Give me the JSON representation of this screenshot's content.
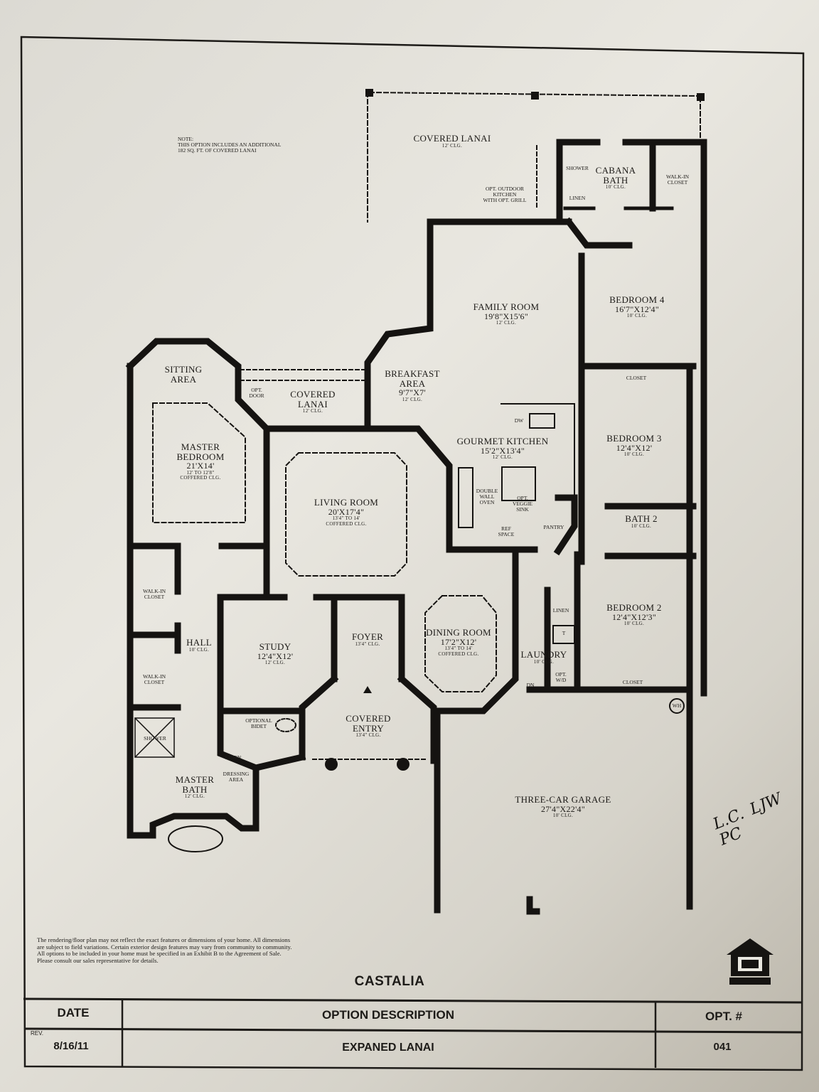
{
  "plan_name": "CASTALIA",
  "note": [
    "NOTE:",
    "THIS OPTION INCLUDES AN ADDITIONAL",
    "182 SQ. FT. OF COVERED LANAI"
  ],
  "rooms": [
    {
      "id": "covered-lanai-rear",
      "name": "COVERED LANAI",
      "clg": "12' CLG."
    },
    {
      "id": "cabana-bath",
      "name": "CABANA",
      "name2": "BATH",
      "clg": "10' CLG."
    },
    {
      "id": "shower-cabana",
      "name": "SHOWER"
    },
    {
      "id": "linen-cabana",
      "name": "LINEN"
    },
    {
      "id": "walk-in-closet-cabana",
      "name": "WALK-IN",
      "name2": "CLOSET"
    },
    {
      "id": "outdoor-kitchen",
      "name": "OPT. OUTDOOR",
      "name2": "KITCHEN",
      "name3": "WITH OPT. GRILL"
    },
    {
      "id": "family-room",
      "name": "FAMILY ROOM",
      "dim": "19'8\"X15'6\"",
      "clg": "12' CLG."
    },
    {
      "id": "bedroom-4",
      "name": "BEDROOM 4",
      "dim": "16'7\"X12'4\"",
      "clg": "10' CLG."
    },
    {
      "id": "sitting-area",
      "name": "SITTING",
      "name2": "AREA"
    },
    {
      "id": "opt-door",
      "name": "OPT.",
      "name2": "DOOR"
    },
    {
      "id": "covered-lanai-side",
      "name": "COVERED",
      "name2": "LANAI",
      "clg": "12' CLG."
    },
    {
      "id": "breakfast-area",
      "name": "BREAKFAST",
      "name2": "AREA",
      "dim": "9'7\"X7'",
      "clg": "12' CLG."
    },
    {
      "id": "master-bedroom",
      "name": "MASTER",
      "name2": "BEDROOM",
      "dim": "21'X14'",
      "clg": "12' TO 12'8\"",
      "clg2": "COFFERED CLG."
    },
    {
      "id": "gourmet-kitchen",
      "name": "GOURMET KITCHEN",
      "dim": "15'2\"X13'4\"",
      "clg": "12' CLG."
    },
    {
      "id": "dw",
      "name": "DW"
    },
    {
      "id": "double-wall-oven",
      "name": "DOUBLE",
      "name2": "WALL",
      "name3": "OVEN"
    },
    {
      "id": "veggie-sink",
      "name": "OPT.",
      "name2": "VEGGIE",
      "name3": "SINK"
    },
    {
      "id": "ref-space",
      "name": "REF",
      "name2": "SPACE"
    },
    {
      "id": "pantry",
      "name": "PANTRY"
    },
    {
      "id": "closet-bed3",
      "name": "CLOSET"
    },
    {
      "id": "bedroom-3",
      "name": "BEDROOM 3",
      "dim": "12'4\"X12'",
      "clg": "10' CLG."
    },
    {
      "id": "living-room",
      "name": "LIVING ROOM",
      "dim": "20'X17'4\"",
      "clg": "13'4\" TO 14'",
      "clg2": "COFFERED CLG."
    },
    {
      "id": "bath-2",
      "name": "BATH 2",
      "clg": "10' CLG."
    },
    {
      "id": "walk-in-closet-1",
      "name": "WALK-IN",
      "name2": "CLOSET"
    },
    {
      "id": "walk-in-closet-2",
      "name": "WALK-IN",
      "name2": "CLOSET"
    },
    {
      "id": "hall",
      "name": "HALL",
      "clg": "10' CLG."
    },
    {
      "id": "study",
      "name": "STUDY",
      "dim": "12'4\"X12'",
      "clg": "12' CLG."
    },
    {
      "id": "foyer",
      "name": "FOYER",
      "clg": "13'4\" CLG."
    },
    {
      "id": "dining-room",
      "name": "DINING ROOM",
      "dim": "17'2\"X12'",
      "clg": "13'4\" TO 14'",
      "clg2": "COFFERED CLG."
    },
    {
      "id": "linen-hall",
      "name": "LINEN"
    },
    {
      "id": "t",
      "name": "T"
    },
    {
      "id": "laundry",
      "name": "LAUNDRY",
      "clg": "10' CLG."
    },
    {
      "id": "opt-wd",
      "name": "OPT.",
      "name2": "W/D"
    },
    {
      "id": "dn",
      "name": "DN"
    },
    {
      "id": "bedroom-2",
      "name": "BEDROOM 2",
      "dim": "12'4\"X12'3\"",
      "clg": "10' CLG."
    },
    {
      "id": "closet-bed2",
      "name": "CLOSET"
    },
    {
      "id": "wh",
      "name": "WH"
    },
    {
      "id": "optional-bidet",
      "name": "OPTIONAL",
      "name2": "BIDET"
    },
    {
      "id": "covered-entry",
      "name": "COVERED",
      "name2": "ENTRY",
      "clg": "13'4\" CLG."
    },
    {
      "id": "shower-master",
      "name": "SHOWER"
    },
    {
      "id": "linen-master",
      "name": "LINEN"
    },
    {
      "id": "dressing-area",
      "name": "DRESSING",
      "name2": "AREA"
    },
    {
      "id": "master-bath",
      "name": "MASTER",
      "name2": "BATH",
      "clg": "12' CLG."
    },
    {
      "id": "garage",
      "name": "THREE-CAR GARAGE",
      "dim": "27'4\"X22'4\"",
      "clg": "10' CLG."
    }
  ],
  "disclaimer": "The rendering/floor plan may not reflect the exact features or dimensions of your home. All dimensions are subject to field variations. Certain exterior design features may vary from community to community. All options to be included in your home must be specified in an Exhibit B to the Agreement of Sale. Please consult our sales representative for details.",
  "title_block": {
    "date_header": "DATE",
    "description_header": "OPTION DESCRIPTION",
    "opt_header": "OPT. #",
    "rev_label": "REV.",
    "date": "8/16/11",
    "description": "EXPANED LANAI",
    "opt_number": "041"
  },
  "logo_text": "EQUAL HOUSING OPPORTUNITY",
  "handwritten_initials": "L.C. LJW PC",
  "colors": {
    "ink": "#1d1b18",
    "paper": "#e9e7e0"
  }
}
